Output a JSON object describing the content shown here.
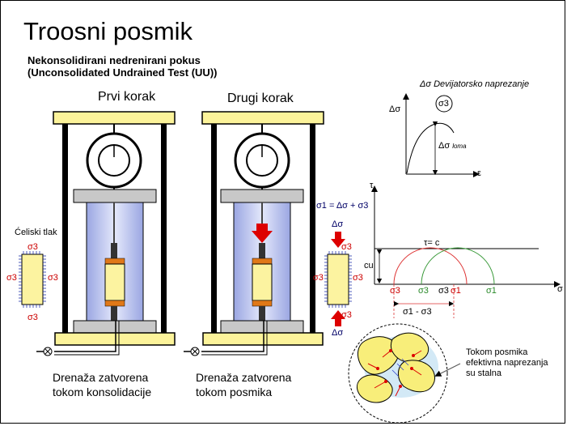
{
  "title": "Troosni posmik",
  "subtitle_line1": "Nekonsolidirani nedrenirani pokus",
  "subtitle_line2": "(Unconsolidated Undrained Test (UU))",
  "step1_label": "Prvi korak",
  "step2_label": "Drugi korak",
  "cell_pressure_label": "Ćeliski tlak",
  "drainage1": [
    "Drenaža zatvorena",
    "tokom konsolidacije"
  ],
  "drainage2": [
    "Drenaža zatvorena",
    "tokom posmika"
  ],
  "sigma3": "σ3",
  "delta_sigma": "Δσ",
  "sigma1_eq": "σ1 = Δσ + σ3",
  "stress_strain": {
    "caption": "Δσ Devijatorsko naprezanje",
    "y_axis": "Δσ",
    "x_axis": "ε",
    "confining": "σ3",
    "failure_label": "Δσ",
    "failure_sub": "loma"
  },
  "mohr": {
    "y_axis": "τ",
    "x_axis": "σ",
    "tau_eq": "τ= c",
    "cu": "cu",
    "ticks": [
      "σ3",
      "σ3",
      "σ3",
      "σ1",
      "σ1"
    ],
    "diff_label": "σ1  - σ3"
  },
  "particles_note": [
    "Tokom posmika",
    "efektivna naprezanja",
    "su stalna"
  ],
  "colors": {
    "cell_blue": "#b8c2ee",
    "specimen_yellow": "#fcf3a0",
    "band_orange": "#e07818",
    "gray": "#c8c8c8",
    "frame_yellow": "#fcf39a",
    "red": "#dd0000",
    "green": "#3a9a3a"
  }
}
